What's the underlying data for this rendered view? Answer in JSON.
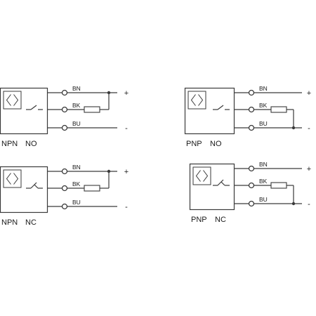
{
  "colors": {
    "line": "#3a3a3a",
    "background": "#ffffff"
  },
  "circuits": [
    {
      "id": "npn-no",
      "output_type": "NPN",
      "contact": "NO",
      "switch": "open",
      "wires": [
        "BN",
        "BK",
        "BU"
      ],
      "plus": "+",
      "minus": "-",
      "load_to": "plus"
    },
    {
      "id": "pnp-no",
      "output_type": "PNP",
      "contact": "NO",
      "switch": "open",
      "wires": [
        "BN",
        "BK",
        "BU"
      ],
      "plus": "+",
      "minus": "-",
      "load_to": "minus"
    },
    {
      "id": "npn-nc",
      "output_type": "NPN",
      "contact": "NC",
      "switch": "closed",
      "wires": [
        "BN",
        "BK",
        "BU"
      ],
      "plus": "+",
      "minus": "-",
      "load_to": "plus"
    },
    {
      "id": "pnp-nc",
      "output_type": "PNP",
      "contact": "NC",
      "switch": "closed",
      "wires": [
        "BN",
        "BK",
        "BU"
      ],
      "plus": "+",
      "minus": "-",
      "load_to": "minus"
    }
  ]
}
